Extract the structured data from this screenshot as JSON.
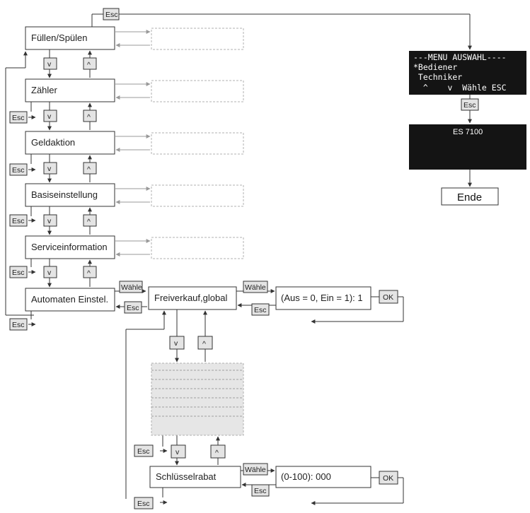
{
  "menu_items": [
    {
      "label": "Füllen/Spülen"
    },
    {
      "label": "Zähler"
    },
    {
      "label": "Geldaktion"
    },
    {
      "label": "Basiseinstellung"
    },
    {
      "label": "Serviceinformation"
    },
    {
      "label": "Automaten Einstel."
    }
  ],
  "keys": {
    "esc": "Esc",
    "down": "v",
    "up": "^",
    "select": "Wähle",
    "ok": "OK"
  },
  "submenu": {
    "first": "Freiverkauf,global",
    "first_value": "(Aus = 0, Ein = 1): 1",
    "last": "Schlüsselrabat",
    "last_value": "(0-100): 000"
  },
  "display_menu": {
    "lines": [
      "---MENU AUSWAHL----",
      "*Bediener",
      " Techniker",
      "  ^    v  Wähle ESC"
    ]
  },
  "display_model": {
    "text": "ES 7100"
  },
  "end_label": "Ende",
  "colors": {
    "key_fill": "#e4e4e4",
    "display_bg": "#141414",
    "line": "#333333",
    "placeholder": "#b0b0b0",
    "block_fill": "#e6e6e6"
  }
}
